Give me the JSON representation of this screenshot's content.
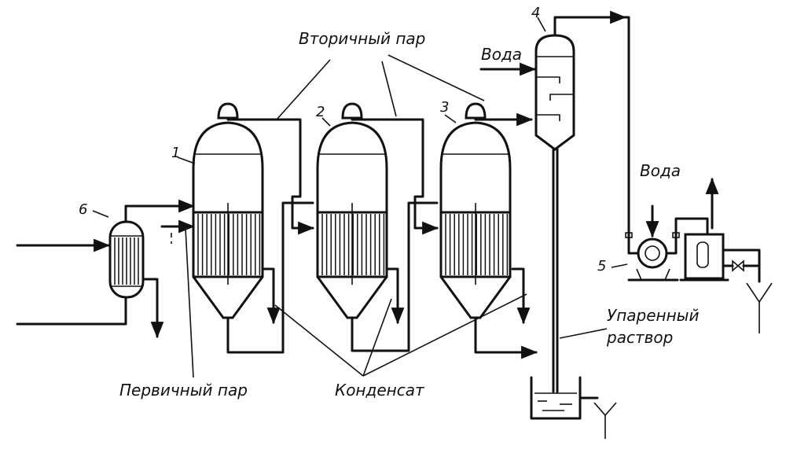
{
  "labels": {
    "secondary_steam": "Вторичный пар",
    "primary_steam": "Первичный пар",
    "condensate": "Конденсат",
    "evaporated_solution_line1": "Упаренный",
    "evaporated_solution_line2": "раствор",
    "water_top": "Вода",
    "water_pump": "Вода"
  },
  "numbers": {
    "n1": "1",
    "n2": "2",
    "n3": "3",
    "n4": "4",
    "n5": "5",
    "n6": "6"
  }
}
